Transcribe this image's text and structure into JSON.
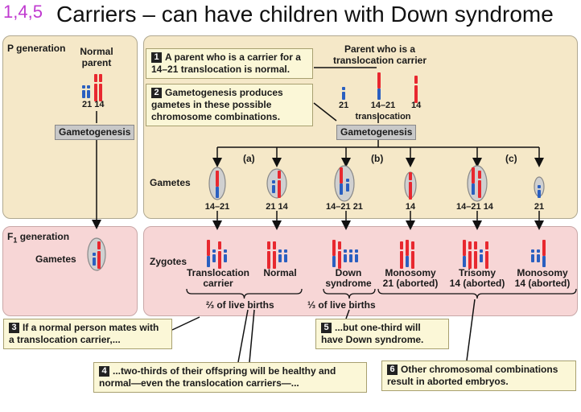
{
  "title": {
    "number": "1,4,5",
    "text": "Carriers – can have children with Down syndrome"
  },
  "p_panel": {
    "heading": "P generation",
    "normal_parent": "Normal\nparent",
    "chromo_label": "21 14",
    "gametogenesis": "Gametogenesis"
  },
  "carrier_panel": {
    "parent_label": "Parent who is a\ntranslocation carrier",
    "chromo_21": "21",
    "chromo_1421": "14–21\ntranslocation",
    "chromo_14": "14",
    "gametogenesis": "Gametogenesis",
    "gametes_label": "Gametes",
    "branch_a": "(a)",
    "branch_b": "(b)",
    "branch_c": "(c)",
    "gamete_labels": [
      "14–21",
      "21 14",
      "14–21  21",
      "14",
      "14–21  14",
      "21"
    ]
  },
  "f1_panel": {
    "heading": "F₁ generation",
    "gametes_label": "Gametes"
  },
  "zygote_panel": {
    "zygotes_label": "Zygotes",
    "zygote_labels": [
      "Translocation\ncarrier",
      "Normal",
      "Down\nsyndrome",
      "Monosomy\n21 (aborted)",
      "Trisomy\n14 (aborted)",
      "Monosomy\n14 (aborted)"
    ],
    "two_thirds": "⅔ of live births",
    "one_third": "⅓ of live births"
  },
  "callouts": [
    {
      "num": "1",
      "text": "A parent who is a carrier for a 14–21 translocation is normal."
    },
    {
      "num": "2",
      "text": "Gametogenesis produces gametes in these possible chromosome combinations."
    },
    {
      "num": "3",
      "text": "If a normal person mates with a translocation carrier,..."
    },
    {
      "num": "4",
      "text": "...two-thirds of their offspring will be healthy and normal—even the translocation carriers—..."
    },
    {
      "num": "5",
      "text": "...but one-third will have Down syndrome."
    },
    {
      "num": "6",
      "text": "Other chromosomal combinations result in aborted embryos."
    }
  ],
  "colors": {
    "red": "#e8282f",
    "blue": "#2a5fc0",
    "tan": "#f5e8c8",
    "pink": "#f7d6d6",
    "callout": "#fbf7d7"
  }
}
